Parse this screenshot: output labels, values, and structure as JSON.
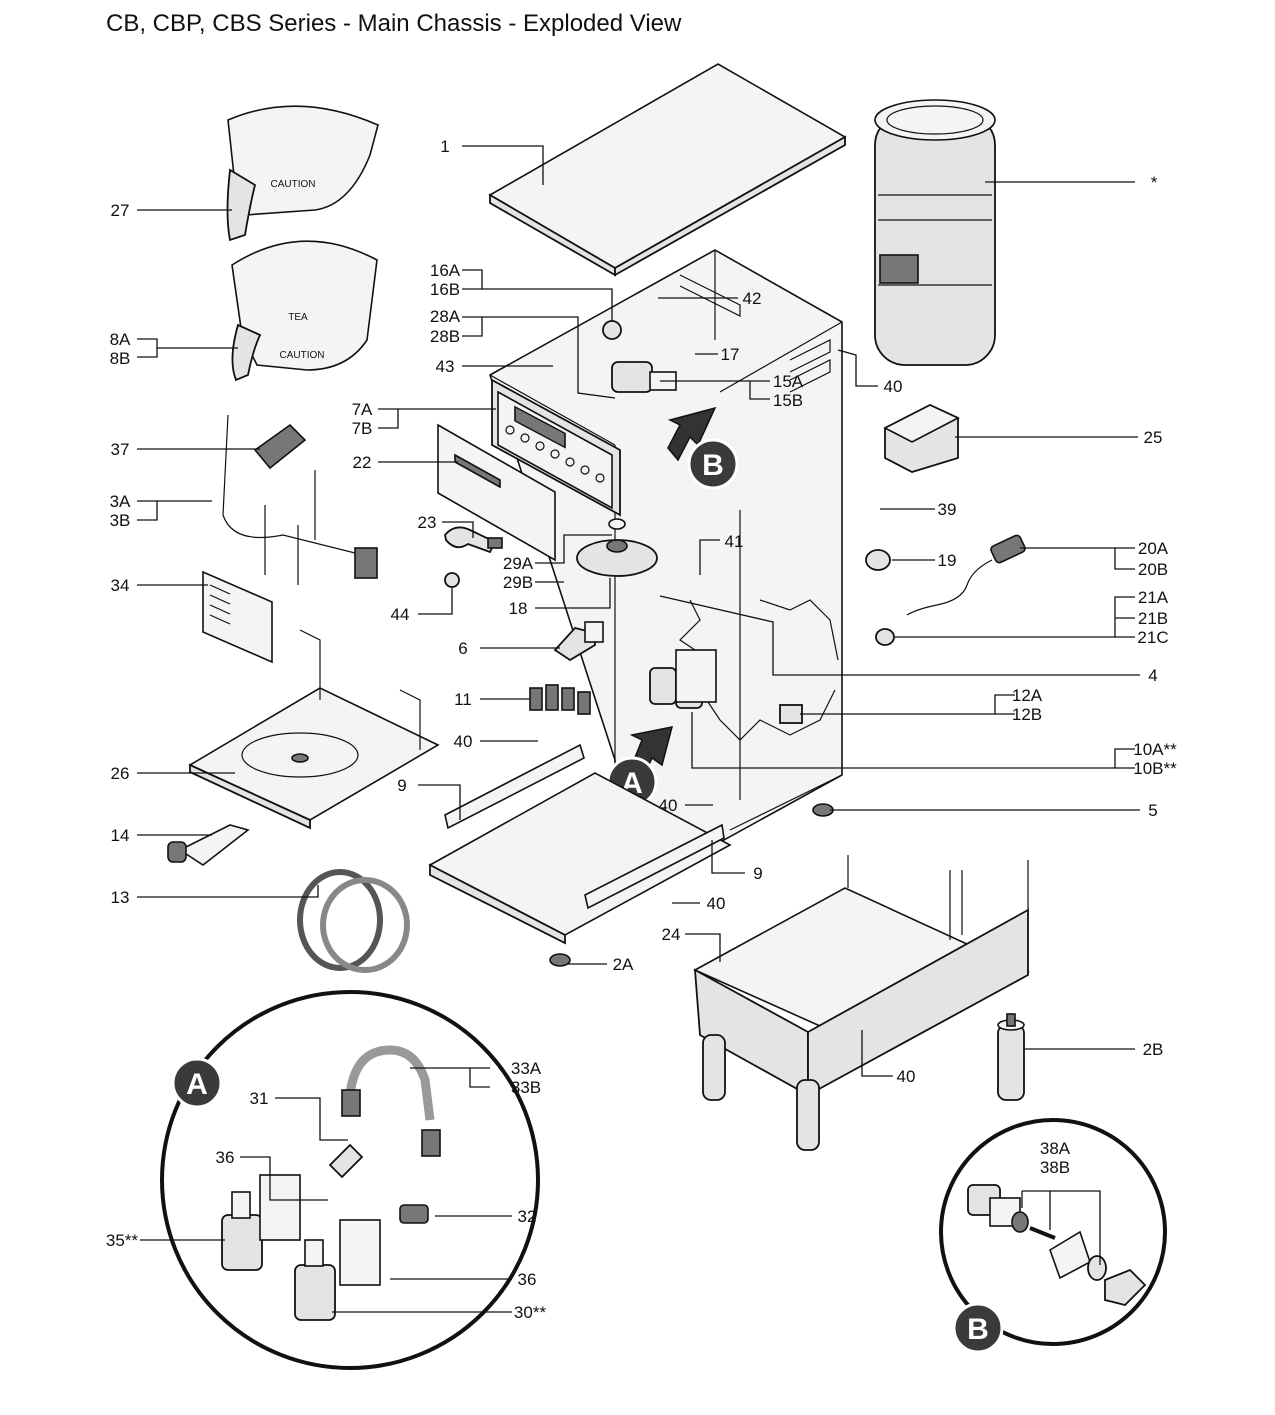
{
  "title": "CB, CBP, CBS Series - Main Chassis - Exploded View",
  "labels": {
    "p1": "1",
    "p27": "27",
    "p8a": "8A",
    "p8b": "8B",
    "p37": "37",
    "p3a": "3A",
    "p3b": "3B",
    "p34": "34",
    "p26": "26",
    "p14": "14",
    "p13": "13",
    "p16a": "16A",
    "p16b": "16B",
    "p28a": "28A",
    "p28b": "28B",
    "p43": "43",
    "p7a": "7A",
    "p7b": "7B",
    "p22": "22",
    "p23": "23",
    "p29a": "29A",
    "p29b": "29B",
    "p18": "18",
    "p44": "44",
    "p6": "6",
    "p11": "11",
    "p40a": "40",
    "p9a": "9",
    "p40b": "40",
    "p9b": "9",
    "p40c": "40",
    "p2a": "2A",
    "p24": "24",
    "p40d": "40",
    "p42": "42",
    "p17": "17",
    "p15a": "15A",
    "p15b": "15B",
    "p40e": "40",
    "p41": "41",
    "p39": "39",
    "p19": "19",
    "p4": "4",
    "p12a": "12A",
    "p12b": "12B",
    "p10a": "10A**",
    "p10b": "10B**",
    "p5": "5",
    "pstar": "*",
    "p25": "25",
    "p20a": "20A",
    "p20b": "20B",
    "p21a": "21A",
    "p21b": "21B",
    "p21c": "21C",
    "p2b": "2B",
    "p33a": "33A",
    "p33b": "33B",
    "p31": "31",
    "p36a": "36",
    "p32": "32",
    "p35": "35**",
    "p36b": "36",
    "p30": "30**",
    "p38a": "38A",
    "p38b": "38B"
  },
  "badges": {
    "a": "A",
    "b": "B"
  },
  "funnel_text": {
    "caution": "CAUTION",
    "tea": "TEA"
  }
}
